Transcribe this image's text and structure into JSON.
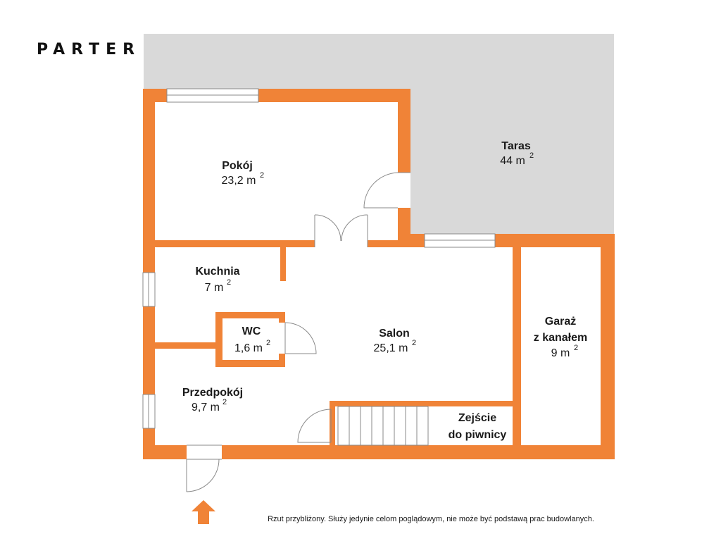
{
  "title": "PARTER",
  "rooms": [
    {
      "id": "pokoj",
      "name": "Pokój",
      "area": "23,2 m",
      "sup": "2"
    },
    {
      "id": "taras",
      "name": "Taras",
      "area": "44 m",
      "sup": "2"
    },
    {
      "id": "kuchnia",
      "name": "Kuchnia",
      "area": "7 m",
      "sup": "2"
    },
    {
      "id": "wc",
      "name": "WC",
      "area": "1,6 m",
      "sup": "2"
    },
    {
      "id": "salon",
      "name": "Salon",
      "area": "25,1 m",
      "sup": "2"
    },
    {
      "id": "garaz",
      "name": "Garaż",
      "name2": "z kanałem",
      "area": "9 m",
      "sup": "2"
    },
    {
      "id": "przedpokoj",
      "name": "Przedpokój",
      "area": "9,7 m",
      "sup": "2"
    },
    {
      "id": "zejscie",
      "name": "Zejście",
      "name2": "do piwnicy"
    }
  ],
  "note": "Rzut przybliżony. Służy jedynie celom poglądowym, nie może być podstawą prac budowlanych.",
  "colors": {
    "wall": "#f08337",
    "terrace": "#d9d9d9",
    "floor": "#ffffff",
    "line": "#8a8a8a"
  },
  "icons": {
    "entrance": "arrow-up-icon"
  }
}
